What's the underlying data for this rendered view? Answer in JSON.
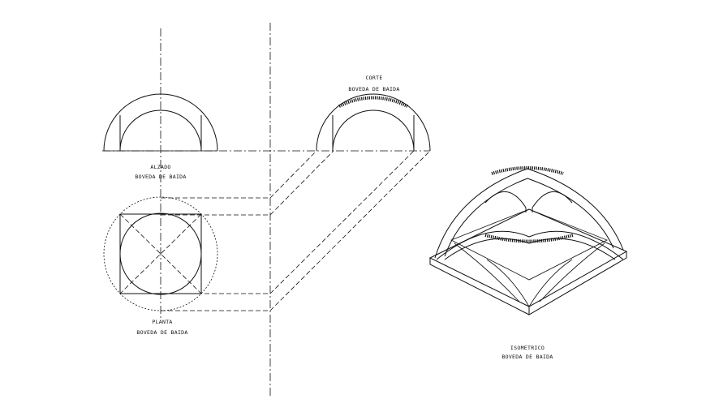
{
  "labels": {
    "alzado_title": "ALZADO",
    "alzado_subtitle": "BOVEDA DE BAIDA",
    "corte_title": "CORTE",
    "corte_subtitle": "BOVEDA DE BAIDA",
    "planta_title": "PLANTA",
    "planta_subtitle": "BOVEDA DE BAIDA",
    "isometrico_title": "ISOMETRICO",
    "isometrico_subtitle": "BOVEDA DE BAIDA"
  }
}
